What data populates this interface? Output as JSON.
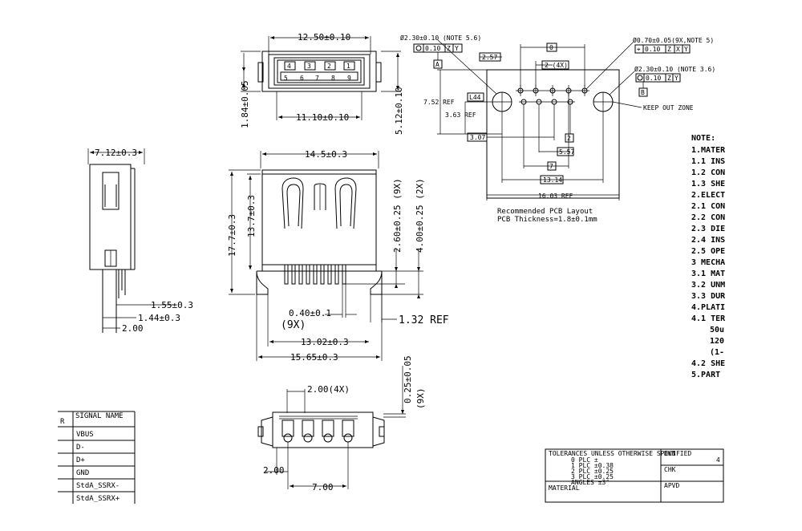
{
  "top_view": {
    "dim_width": "12.50±0.10",
    "dim_inner": "11.10±0.10",
    "dim_height": "1.84±0.05",
    "dim_depth": "5.12±0.10",
    "pins_top": [
      "4",
      "3",
      "2",
      "1"
    ],
    "pins_bottom": [
      "5",
      "6",
      "7",
      "8",
      "9"
    ]
  },
  "pcb_layout": {
    "callout_left": "Ø2.30±0.10 (NOTE 5.6)",
    "frame_left": [
      "0.10",
      "Z",
      "Y"
    ],
    "datum_a": "A",
    "callout_right": "Ø0.70±0.05(9X,NOTE 5)",
    "frame_right": [
      "0.10",
      "Z",
      "X",
      "Y"
    ],
    "callout_right2": "Ø2.30±0.10 (NOTE 3.6)",
    "frame_right2": [
      "0.10",
      "Z",
      "Y"
    ],
    "datum_b": "B",
    "dim_2_57": "2.57",
    "dim_0": "0",
    "dim_2_4x": "2 (4X)",
    "dim_7_52": "7.52 REF",
    "dim_l44": "L44",
    "dim_3_63": "3.63 REF",
    "dim_2": "2",
    "dim_3_07": "3.07",
    "dim_5_57": "5.57",
    "dim_7": "7",
    "dim_13_14": "13.14",
    "dim_16_03": "16.03 REF",
    "keep_out": "KEEP OUT ZONE",
    "title": "Recommended PCB Layout",
    "thickness": "PCB Thickness=1.8±0.1mm"
  },
  "side_view": {
    "dim_width": "7.12±0.3",
    "dim_a": "1.55±0.3",
    "dim_b": "1.44±0.3",
    "dim_c": "2.00"
  },
  "front_view": {
    "dim_width": "14.5±0.3",
    "dim_h1": "17.7±0.3",
    "dim_h2": "13.7±0.3",
    "dim_v1": "2.60±0.25 (9X)",
    "dim_v2": "4.00±0.25 (2X)",
    "dim_pin": "0.40±0.1",
    "dim_pin_count": "(9X)",
    "dim_ref": "1.32  REF",
    "dim_inner": "13.02±0.3",
    "dim_outer": "15.65±0.3"
  },
  "bottom_view": {
    "dim_pitch": "2.00(4X)",
    "dim_thick": "0.25±0.05",
    "dim_thick_count": "(9X)",
    "dim_a": "2.00",
    "dim_b": "7.00"
  },
  "notes": {
    "heading": "NOTE:",
    "items": [
      "1.MATER",
      "1.1 INS",
      "1.2 CON",
      "1.3 SHE",
      "2.ELECT",
      "2.1 CON",
      "2.2 CON",
      "2.3 DIE",
      "2.4 INS",
      "2.5 OPE",
      "3 MECHA",
      "3.1 MAT",
      "3.2 UNM",
      "3.3 DUR",
      "4.PLATI",
      "4.1 TER",
      "50u",
      "120",
      "(1-",
      "4.2 SHE",
      "5.PART"
    ]
  },
  "signal_table": {
    "row_marker": "R",
    "header": "SIGNAL NAME",
    "rows": [
      "VBUS",
      "D-",
      "D+",
      "GND",
      "StdA_SSRX-",
      "StdA_SSRX+"
    ]
  },
  "title_block": {
    "tolerances_header": "TOLERANCES UNLESS OTHERWISE SPECIFIED",
    "tolerance_rows": [
      "0 PLC  ±",
      "1 PLC  ±0.38",
      "2 PLC  ±0.25",
      "3 PLC  ±0.25",
      "ANGLES ±3°"
    ],
    "material": "MATERIAL",
    "dwn": "DWN",
    "dwn_value": "4",
    "chk": "CHK",
    "apvd": "APVD"
  }
}
